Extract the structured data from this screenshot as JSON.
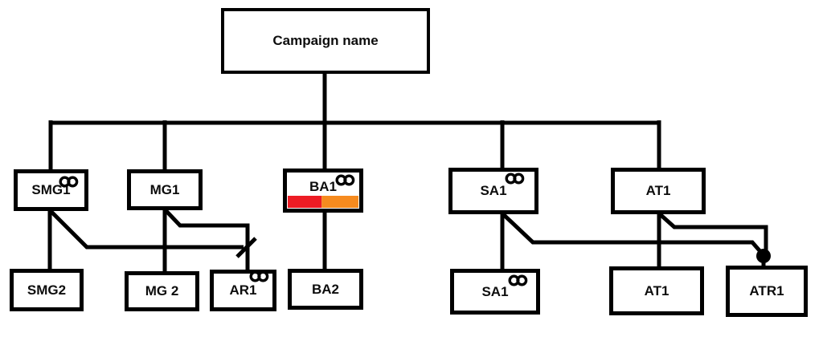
{
  "colors": {
    "background": "#ffffff",
    "line": "#000000",
    "box_border": "#000000",
    "box_fill": "#ffffff",
    "bar_red": "#ed1c24",
    "bar_orange": "#f68b1f"
  },
  "icons": {
    "link_rings": "two overlapping circles (linked-rings badge)",
    "junction_dot": "filled circle connector",
    "break_slash": "short diagonal slash across connector"
  },
  "nodes": {
    "campaign": {
      "label": "Campaign name"
    },
    "smg1": {
      "label": "SMG1",
      "link_icon": true
    },
    "mg1": {
      "label": "MG1",
      "link_icon": false
    },
    "ba1": {
      "label": "BA1",
      "link_icon": true,
      "progress_bar": {
        "red_pct": 48,
        "orange_pct": 52
      }
    },
    "sa1": {
      "label": "SA1",
      "link_icon": true
    },
    "at1": {
      "label": "AT1",
      "link_icon": false
    },
    "smg2": {
      "label": "SMG2",
      "link_icon": false
    },
    "mg2": {
      "label": "MG 2",
      "link_icon": false
    },
    "ar1": {
      "label": "AR1",
      "link_icon": true
    },
    "ba2": {
      "label": "BA2",
      "link_icon": false
    },
    "sa1_child": {
      "label": "SA1",
      "link_icon": true
    },
    "at1_child": {
      "label": "AT1",
      "link_icon": false
    },
    "atr1": {
      "label": "ATR1",
      "link_icon": false
    }
  }
}
